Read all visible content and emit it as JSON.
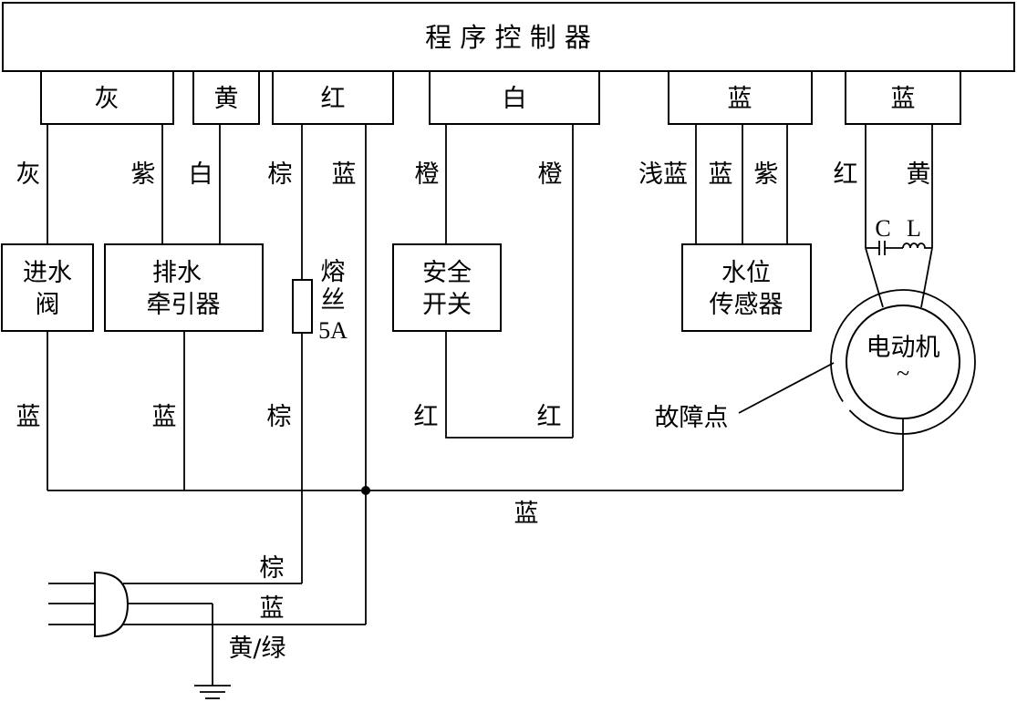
{
  "controller": {
    "label": "程 序 控 制 器"
  },
  "terminals": {
    "gray": "灰",
    "yellow": "黄",
    "red": "红",
    "white": "白",
    "blue_sensor": "蓝",
    "blue_motor": "蓝"
  },
  "wire_labels": {
    "gray_top": "灰",
    "purple_top": "紫",
    "white_top": "白",
    "brown_top": "棕",
    "blue_top": "蓝",
    "orange_left": "橙",
    "orange_right": "橙",
    "light_blue": "浅蓝",
    "blue_sensor": "蓝",
    "purple_sensor": "紫",
    "red_motor": "红",
    "yellow_motor": "黄",
    "inlet_blue": "蓝",
    "drain_blue": "蓝",
    "brown_mid": "棕",
    "switch_red_left": "红",
    "switch_red_right": "红",
    "bus_blue": "蓝",
    "plug_brown": "棕",
    "plug_blue": "蓝",
    "plug_ground": "黄/绿"
  },
  "components": {
    "inlet_valve_line1": "进水",
    "inlet_valve_line2": "阀",
    "drain_line1": "排水",
    "drain_line2": "牵引器",
    "fuse_line1": "熔",
    "fuse_line2": "丝",
    "fuse_line3": "5A",
    "safety_line1": "安全",
    "safety_line2": "开关",
    "sensor_line1": "水位",
    "sensor_line2": "传感器",
    "motor_name": "电动机",
    "motor_symbol": "~",
    "capacitor": "C",
    "inductor": "L",
    "fault_point": "故障点"
  }
}
